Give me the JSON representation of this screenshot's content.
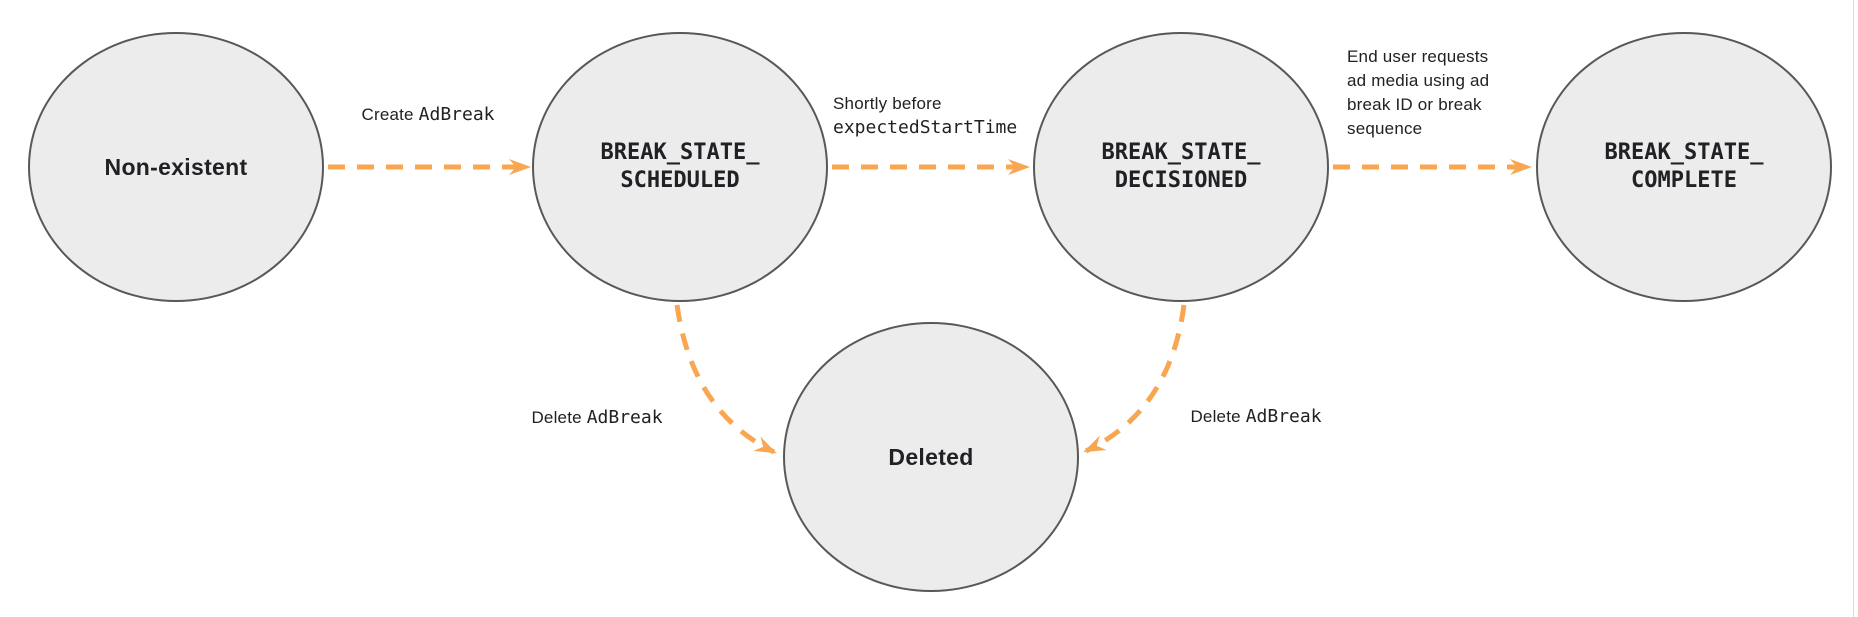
{
  "colors": {
    "arrow": "#F9A651",
    "circle_fill": "#ECECEC",
    "circle_border": "#58585B",
    "text": "#202124",
    "page_edge": "#D9D9D9"
  },
  "states": {
    "non_existent": {
      "label": "Non-existent"
    },
    "break_state_scheduled": {
      "line1": "BREAK_STATE_",
      "line2": "SCHEDULED"
    },
    "break_state_decisioned": {
      "line1": "BREAK_STATE_",
      "line2": "DECISIONED"
    },
    "break_state_complete": {
      "line1": "BREAK_STATE_",
      "line2": "COMPLETE"
    },
    "deleted": {
      "label": "Deleted"
    }
  },
  "transitions": {
    "create_ad_break": {
      "plain": "Create ",
      "code": "AdBreak"
    },
    "shortly_before": {
      "plain": "Shortly before",
      "code": "expectedStartTime"
    },
    "end_user_request": {
      "lines": [
        "End user requests",
        "ad media using ad",
        "break ID or break",
        "sequence"
      ]
    },
    "delete_ad_break_left": {
      "plain": "Delete ",
      "code": "AdBreak"
    },
    "delete_ad_break_right": {
      "plain": "Delete ",
      "code": "AdBreak"
    }
  }
}
